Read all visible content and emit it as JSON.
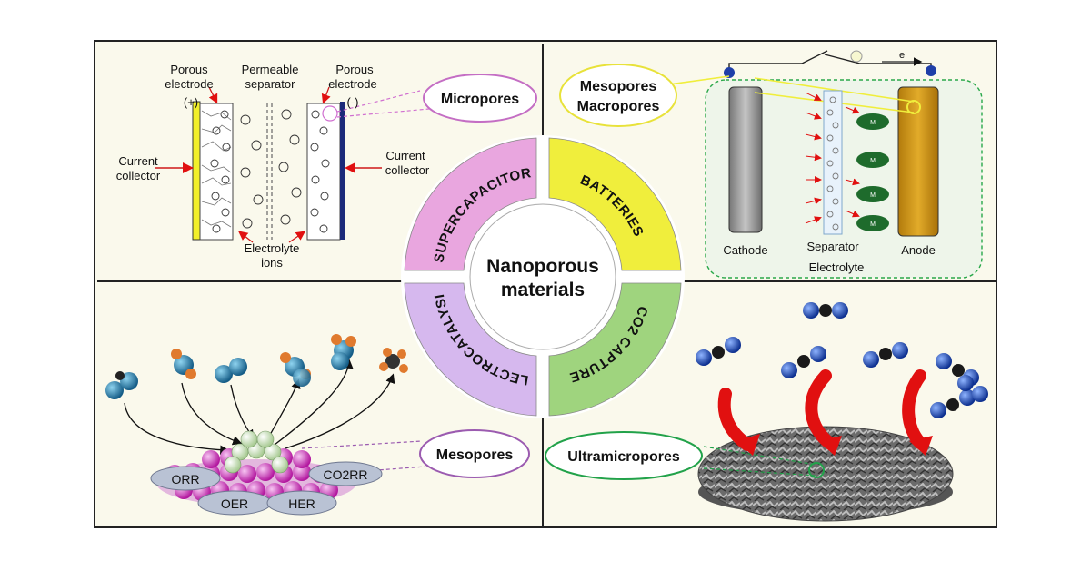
{
  "center": {
    "line1": "Nanoporous",
    "line2": "materials"
  },
  "ring": {
    "supercapacitor": "SUPERCAPACITOR",
    "batteries": "BATTERIES",
    "co2_capture": "CO2 CAPTURE",
    "electrocatalysis": "ELECTROCATALYSIS"
  },
  "supercap_panel": {
    "porous_electrode_left_1": "Porous",
    "porous_electrode_left_2": "electrode",
    "plus": "(+)",
    "separator_1": "Permeable",
    "separator_2": "separator",
    "porous_electrode_right_1": "Porous",
    "porous_electrode_right_2": "electrode",
    "minus": "(-)",
    "current_collector_left_1": "Current",
    "current_collector_left_2": "collector",
    "current_collector_right_1": "Current",
    "current_collector_right_2": "collector",
    "electrolyte_1": "Electrolyte",
    "electrolyte_2": "ions",
    "pore_label": "Micropores"
  },
  "battery_panel": {
    "pore_label_1": "Mesopores",
    "pore_label_2": "Macropores",
    "electron": "e",
    "cathode": "Cathode",
    "separator": "Separator",
    "anode": "Anode",
    "electrolyte": "Electrolyte",
    "ion": "M"
  },
  "electrocat_panel": {
    "orr": "ORR",
    "co2rr": "CO2RR",
    "oer": "OER",
    "her": "HER",
    "pore_label": "Mesopores"
  },
  "capture_panel": {
    "pore_label": "Ultramicropores"
  },
  "colors": {
    "supercapacitor": "#e9a6df",
    "batteries": "#f0ee3c",
    "co2_capture": "#9fd47e",
    "electrocatalysis": "#d6b8ee",
    "anode": "#d39b16",
    "cathode": "#9b9b9b",
    "co2_blue": "#1f56c8",
    "red_arrow": "#e11010"
  }
}
